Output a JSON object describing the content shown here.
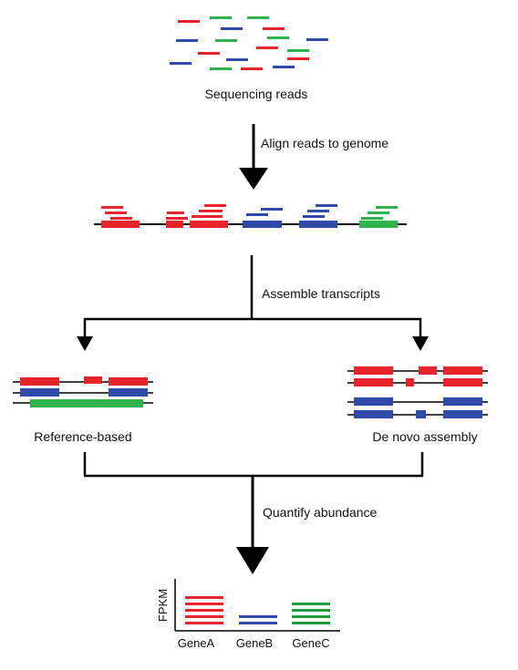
{
  "colors": {
    "red": "#e8242b",
    "green": "#2fb34a",
    "blue": "#2f4aa8",
    "line": "#000000"
  },
  "labels": {
    "sequencing_reads": "Sequencing reads",
    "align_reads": "Align reads to genome",
    "assemble_transcripts": "Assemble transcripts",
    "reference_based": "Reference-based",
    "de_novo": "De novo assembly",
    "quantify": "Quantify abundance"
  },
  "chart": {
    "ylabel": "FPKM",
    "genes": [
      "GeneA",
      "GeneB",
      "GeneC"
    ]
  }
}
